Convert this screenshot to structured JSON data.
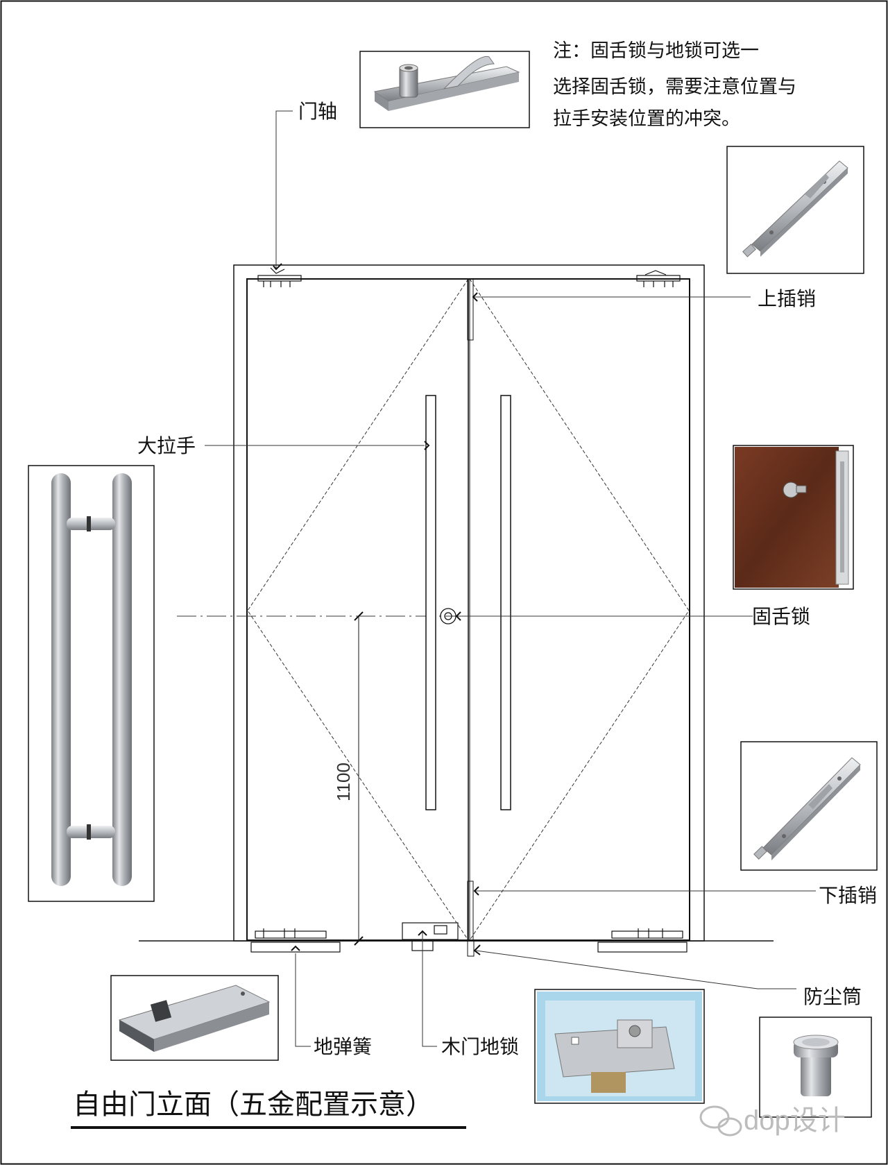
{
  "note": {
    "line1": "注：固舌锁与地锁可选一",
    "line2": "选择固舌锁，需要注意位置与",
    "line3": "拉手安装位置的冲突。"
  },
  "labels": {
    "pivot": "门轴",
    "top_bolt": "上插销",
    "pull_handle": "大拉手",
    "deadbolt": "固舌锁",
    "bottom_bolt": "下插销",
    "dust_socket": "防尘筒",
    "floor_spring": "地弹簧",
    "floor_lock": "木门地锁"
  },
  "dimension": {
    "handle_height": "1100"
  },
  "title": "自由门立面（五金配置示意）",
  "watermark": "dop设计",
  "colors": {
    "line": "#111111",
    "photo_bg_blue": "#a9d6ea",
    "wood": "#6b3220",
    "metal": "#b9bcc0"
  }
}
